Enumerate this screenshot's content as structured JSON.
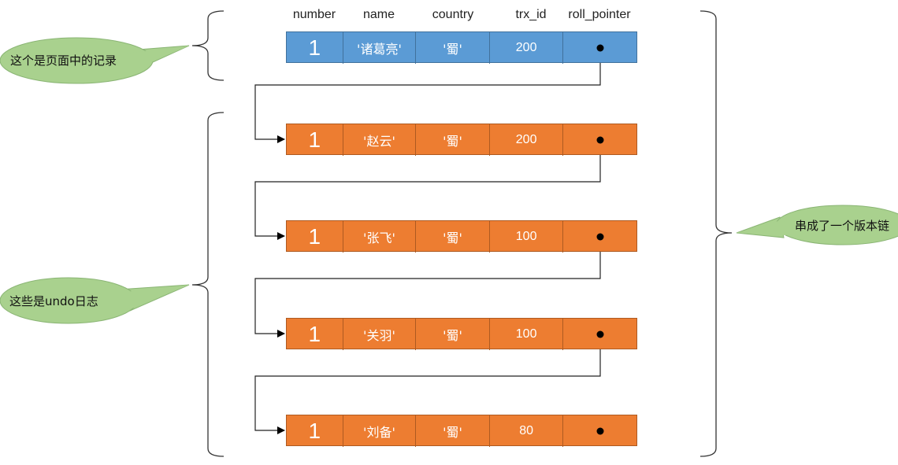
{
  "columns": {
    "number": "number",
    "name": "name",
    "country": "country",
    "trx_id": "trx_id",
    "roll_pointer": "roll_pointer"
  },
  "page_record": {
    "number": "1",
    "name": "'诸葛亮'",
    "country": "'蜀'",
    "trx_id": "200"
  },
  "undo_records": [
    {
      "number": "1",
      "name": "'赵云'",
      "country": "'蜀'",
      "trx_id": "200"
    },
    {
      "number": "1",
      "name": "'张飞'",
      "country": "'蜀'",
      "trx_id": "100"
    },
    {
      "number": "1",
      "name": "'关羽'",
      "country": "'蜀'",
      "trx_id": "100"
    },
    {
      "number": "1",
      "name": "'刘备'",
      "country": "'蜀'",
      "trx_id": "80"
    }
  ],
  "callouts": {
    "page_record": "这个是页面中的记录",
    "undo_log": "这些是undo日志",
    "version_chain": "串成了一个版本链"
  },
  "colors": {
    "page_record_fill": "#5b9bd5",
    "undo_record_fill": "#ed7d31",
    "callout_fill": "#a9d18e",
    "callout_stroke": "#8ab574"
  }
}
